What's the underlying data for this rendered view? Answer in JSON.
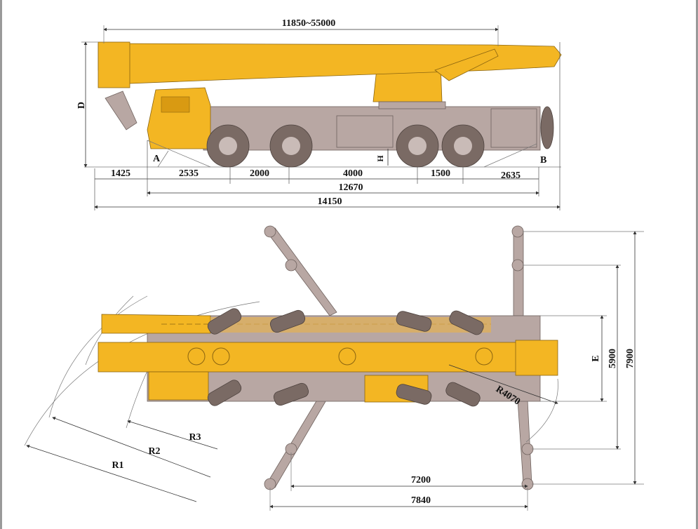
{
  "side_view": {
    "boom_length": "11850~55000",
    "height_label": "D",
    "approach_angle_label": "A",
    "departure_angle_label": "B",
    "ground_clearance_label": "H",
    "segments": [
      "1425",
      "2535",
      "2000",
      "4000",
      "1500",
      "2635"
    ],
    "wheelbase_total": "12670",
    "overall_length": "14150"
  },
  "top_view": {
    "outrigger_span_label": "E",
    "outrigger_width_inner": "5900",
    "outrigger_width_outer": "7900",
    "tail_radius": "R4070",
    "radius_labels": [
      "R1",
      "R2",
      "R3"
    ],
    "outrigger_length_inner": "7200",
    "outrigger_length_outer": "7840"
  },
  "colors": {
    "crane_yellow": "#f3b623",
    "chassis_grey": "#b8a7a3",
    "tire": "#7a6a64"
  }
}
